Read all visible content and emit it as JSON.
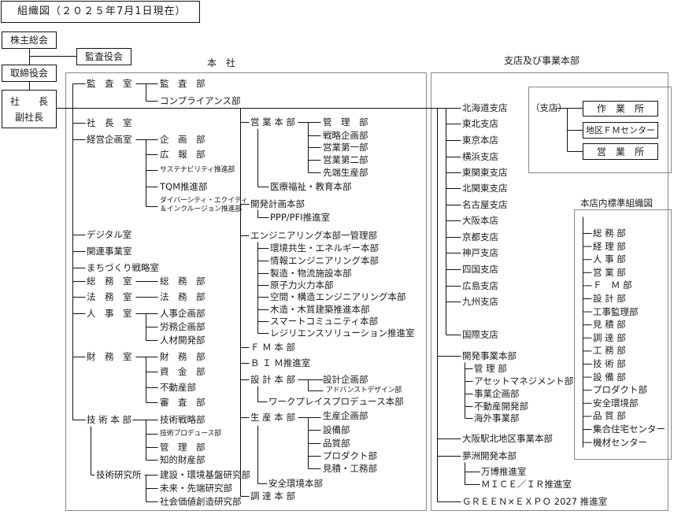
{
  "title": "組織図（２０２５年7月1日現在）",
  "governance": {
    "shareholders": "株主総会",
    "auditors": "監査役会",
    "board": "取締役会",
    "president": "社　　長",
    "vice_president": "副社長"
  },
  "hq": {
    "label": "本　社",
    "left": [
      "監　査　室",
      "監　査　部",
      "コンプライアンス部",
      "社　長　室",
      "経営企画室",
      "企　画　部",
      "広　報　部",
      "サステナビリティ推進部",
      "TQM推進部",
      "ダイバーシティ・エクイティ",
      "＆インクルージョン推進部",
      "デジタル室",
      "関連事業室",
      "まちづくり戦略室",
      "総　務　室",
      "総　務　部",
      "法　務　室",
      "法　務　部",
      "人　事　室",
      "人事企画部",
      "労務企画部",
      "人材開発部",
      "財　務　室",
      "財　務　部",
      "資　金　部",
      "不動産部",
      "審　査　部",
      "技 術 本 部",
      "技術戦略部",
      "技術プロデュース部",
      "管　理　部",
      "知的財産部",
      "技術研究所",
      "建設・環境基盤研究部",
      "未来・先端研究部",
      "社会価値創造研究部"
    ],
    "mid": [
      "営 業 本 部",
      "管　理　部",
      "戦略企画部",
      "営業第一部",
      "営業第二部",
      "先端生産部",
      "医療福祉・教育本部",
      "開発計画本部",
      "PPP/PFI推進室",
      "エンジニアリング本部一管理部",
      "環境共生・エネルギー本部",
      "情報エンジニアリング本部",
      "製造・物流施設本部",
      "原子力火力本部",
      "空間・構造エンジニアリング本部",
      "木造・木質建築推進本部",
      "スマートコミュニティ本部",
      "レジリエンスソリューション推進室",
      "Ｆ Ｍ 本 部",
      "Ｂ Ｉ Ｍ推進室",
      "設 計 本 部",
      "設計企画部",
      "アドバンストデザイン部",
      "ワークプレイスプロデュース本部",
      "生 産 本 部",
      "生産企画部",
      "設備部",
      "品質部",
      "プロダクト部",
      "見積・工務部",
      "安全環境本部",
      "調 達 本 部"
    ]
  },
  "branches": {
    "label": "支店及び事業本部",
    "list": [
      "北海道支店",
      "東北支店",
      "東京本店",
      "横浜支店",
      "東関東支店",
      "北関東支店",
      "名古屋支店",
      "大阪本店",
      "京都支店",
      "神戸支店",
      "四国支店",
      "広島支店",
      "九州支店",
      "国際支店"
    ],
    "divisions": [
      "開発事業本部",
      "管 理 部",
      "アセットマネジメント部",
      "事業企画部",
      "不動産開発部",
      "海外事業部",
      "大阪駅北地区事業本部",
      "夢洲開発本部",
      "万博推進室",
      "ＭＩＣＥ／ＩＲ推進室",
      "ＧＲＥＥＮ×ＥＸＰＯ 2027 推進室"
    ],
    "branch_std": {
      "root": "（支店）",
      "units": [
        "作　業　所",
        "地区ＦＭセンター",
        "営　業　所"
      ]
    },
    "head_std": {
      "title": "本店内標準組織図",
      "units": [
        "総 務 部",
        "経 理 部",
        "人 事 部",
        "営 業 部",
        "Ｆ　Ｍ 部",
        "設 計 部",
        "工事監理部",
        "見 積 部",
        "調 達 部",
        "工 務 部",
        "技 術 部",
        "設 備 部",
        "プロダクト部",
        "安全環境部",
        "品 質 部",
        "集合住宅センター",
        "機材センター"
      ]
    }
  }
}
